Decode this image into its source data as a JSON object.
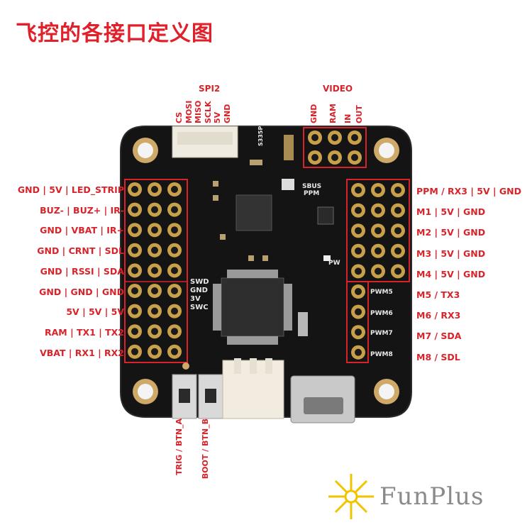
{
  "title": "飞控的各接口定义图",
  "left_labels": [
    "GND | 5V | LED_STRIP",
    "BUZ- | BUZ+ | IR-",
    "GND | VBAT | IR+",
    "GND | CRNT | SDL",
    "GND | RSSI | SDA",
    "GND | GND | GND",
    "5V | 5V | 5V",
    "RAM | TX1 | TX2",
    "VBAT | RX1 | RX2"
  ],
  "right_labels": [
    "PPM / RX3 | 5V | GND",
    "M1 | 5V | GND",
    "M2 | 5V | GND",
    "M3 | 5V | GND",
    "M4 | 5V | GND",
    "M5 / TX3",
    "M6 / RX3",
    "M7 / SDA",
    "M8 / SDL"
  ],
  "spi2": {
    "heading": "SPI2",
    "pins": [
      "CS",
      "MOSI",
      "MISO",
      "SCLK",
      "5V",
      "GND"
    ]
  },
  "video": {
    "heading": "VIDEO",
    "pins": [
      "GND",
      "RAM",
      "IN",
      "OUT"
    ]
  },
  "bottom_labels": [
    "TRIG / BTN_A",
    "BOOT / BTN_B"
  ],
  "silkscreen": {
    "sbus": "SBUS",
    "ppm": "PPM",
    "pw": "PW",
    "swd": "SWD",
    "gnd": "GND",
    "v3": "3V",
    "swc": "SWC",
    "pwm5": "PWM5",
    "pwm6": "PWM6",
    "pwm7": "PWM7",
    "pwm8": "PWM8",
    "code": "S335P"
  },
  "brand": "FunPlus",
  "colors": {
    "label_red": "#d8232a",
    "board": "#141414",
    "gold": "#c9a04a"
  }
}
